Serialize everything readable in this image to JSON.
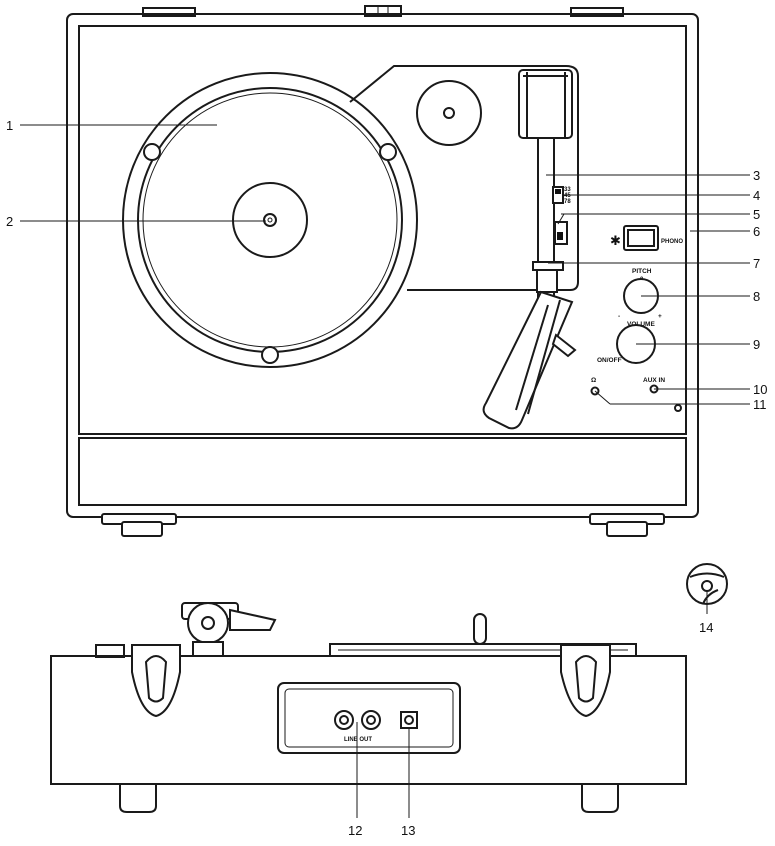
{
  "callouts": [
    "1",
    "2",
    "3",
    "4",
    "5",
    "6",
    "7",
    "8",
    "9",
    "10",
    "11",
    "12",
    "13",
    "14"
  ],
  "panel_labels": {
    "phono": "PHONO",
    "asterisk": "✱",
    "pitch": "PITCH",
    "pitch_zero": "0",
    "pitch_minus": "-",
    "pitch_plus": "+",
    "volume": "VOLUME",
    "on_off": "ON/OFF",
    "aux_in": "AUX IN",
    "headphone": "Ω",
    "line_out": "LINE OUT",
    "speed_33": "33",
    "speed_45": "45",
    "speed_78": "78"
  }
}
